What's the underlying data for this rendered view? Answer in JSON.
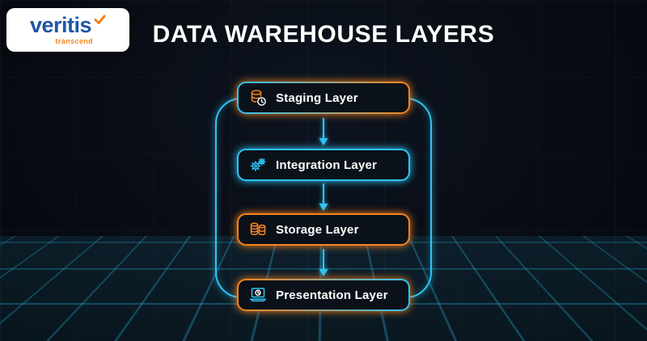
{
  "logo": {
    "brand": "veritis",
    "tagline": "transcend",
    "check_icon": "orange-check"
  },
  "title": "DATA WAREHOUSE LAYERS",
  "layers": [
    {
      "label": "Staging Layer",
      "icon": "database-clock-icon",
      "colors": [
        "#2ec5f6",
        "#f5831f",
        "#f5831f"
      ]
    },
    {
      "label": "Integration Layer",
      "icon": "gears-icon",
      "colors": [
        "#2ec5f6",
        "#2ec5f6",
        "#2ec5f6"
      ]
    },
    {
      "label": "Storage Layer",
      "icon": "database-stack-icon",
      "colors": [
        "#f5831f",
        "#f5831f",
        "#f5831f"
      ]
    },
    {
      "label": "Presentation Layer",
      "icon": "laptop-chart-icon",
      "colors": [
        "#f5831f",
        "#2ec5f6",
        "#f5831f"
      ]
    }
  ],
  "flow": {
    "direction": "top-to-bottom",
    "arrow_count": 3,
    "connector": "looped-cycle-outline"
  },
  "colors": {
    "cyan": "#2ec5f6",
    "orange": "#f5831f",
    "background": "#080c13",
    "box_fill": "#0b1119",
    "title_text": "#ffffff",
    "logo_blue": "#2057a7",
    "logo_bg": "#ffffff"
  }
}
